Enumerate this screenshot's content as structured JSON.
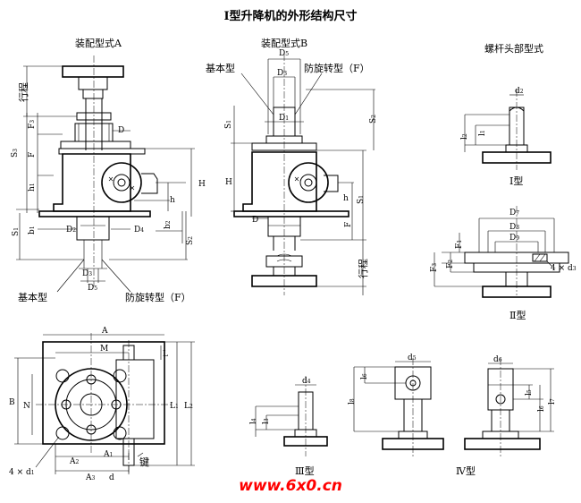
{
  "title": "Ⅰ型升降机的外形结构尺寸",
  "views": {
    "assembly_a": "装配型式A",
    "assembly_b": "装配型式B",
    "screw_head": "螺杆头部型式"
  },
  "variants": {
    "basic": "基本型",
    "anti_rotation": "防旋转型（F）"
  },
  "head_types": [
    "Ⅰ型",
    "Ⅱ型",
    "Ⅲ型",
    "Ⅳ型"
  ],
  "labels": {
    "stroke": "行程",
    "key": "键"
  },
  "dims": {
    "A": "A",
    "M": "M",
    "B": "B",
    "N": "N",
    "D": "D",
    "H": "H",
    "h": "h",
    "L": "L",
    "d": "d",
    "S": "S",
    "F": "F",
    "b": "b",
    "A1": "A",
    "A2": "A",
    "A3": "A",
    "L1": "L",
    "L2": "L",
    "D1": "D",
    "D2": "D",
    "D3": "D",
    "D4": "D",
    "D5": "D",
    "D7": "D",
    "D8": "D",
    "D9": "D",
    "S1": "S",
    "S2": "S",
    "S3": "S",
    "F1": "F",
    "F2": "F",
    "F3": "F",
    "h1": "h",
    "b1": "b",
    "b2": "b",
    "l1": "l",
    "l2": "l",
    "l3": "l",
    "l4": "l",
    "l5": "l",
    "l6": "l",
    "l7": "l",
    "l8": "l",
    "d2": "d",
    "d3": "4 × d",
    "d4": "d",
    "d5": "d",
    "d6": "d",
    "four_d1": "4 × d"
  },
  "subs": {
    "s1": "1",
    "s2": "2",
    "s3": "3",
    "s4": "4",
    "s5": "5",
    "s6": "6",
    "s7": "7",
    "s8": "8",
    "s9": "9"
  },
  "watermark": "www.6x0.cn"
}
